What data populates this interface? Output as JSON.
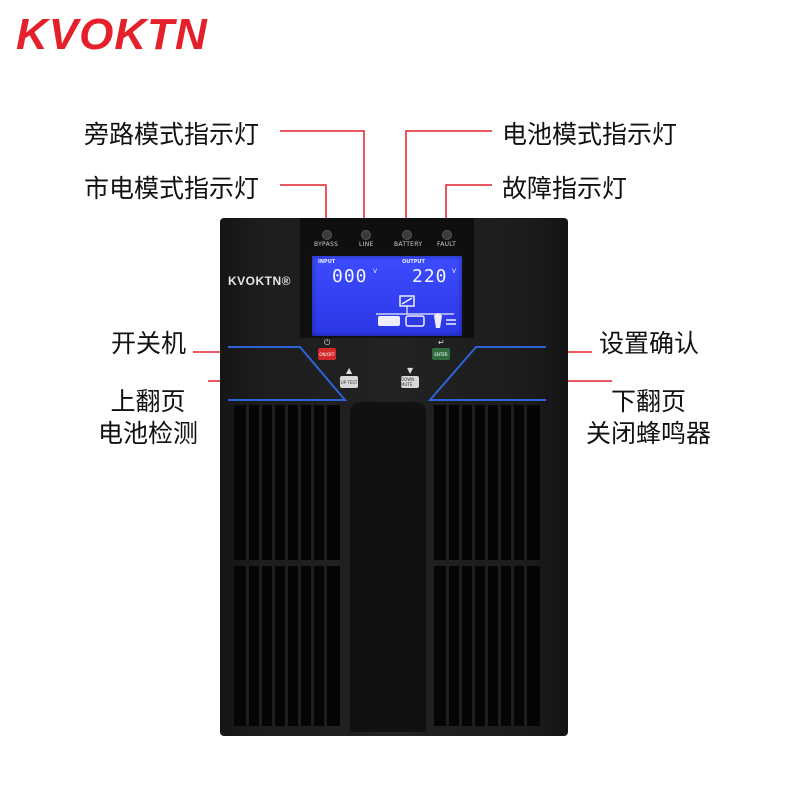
{
  "brand": "KVOKTN",
  "callouts": {
    "bypass": "旁路模式指示灯",
    "battery": "电池模式指示灯",
    "line": "市电模式指示灯",
    "fault": "故障指示灯",
    "power": "开关机",
    "enter": "设置确认",
    "up_line1": "上翻页",
    "up_line2": "电池检测",
    "down_line1": "下翻页",
    "down_line2": "关闭蜂鸣器"
  },
  "device": {
    "logo": "KVOKTN®",
    "indicators": {
      "bypass": "BYPASS",
      "line": "LINE",
      "battery": "BATTERY",
      "fault": "FAULT"
    },
    "lcd": {
      "input_tag": "INPUT",
      "input_value": "000",
      "output_tag": "OUTPUT",
      "output_value": "220",
      "unit": "V"
    },
    "buttons": {
      "power": "ON/OFF",
      "enter": "ENTER",
      "up": "UP TEST",
      "down": "DOWN MUTE"
    }
  },
  "colors": {
    "accent": "#e4202a",
    "lcd": "#2f3cf0",
    "trim": "#2d63d8"
  }
}
